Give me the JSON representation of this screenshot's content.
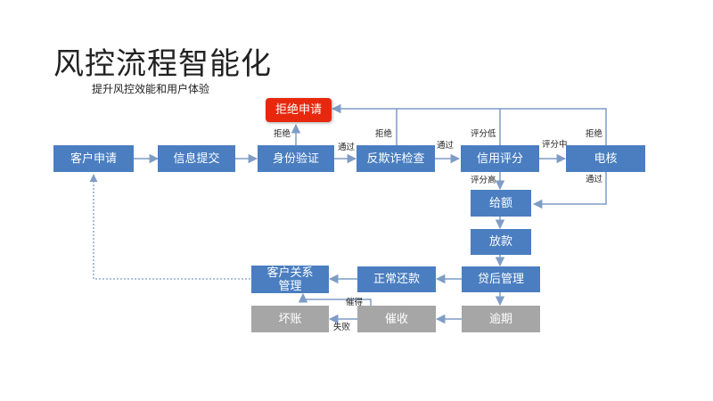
{
  "title": "风控流程智能化",
  "subtitle": "提升风控效能和用户体验",
  "nodes": {
    "apply": "客户申请",
    "info": "信息提交",
    "identity": "身份验证",
    "anti_fraud": "反欺诈检查",
    "credit_score": "信用评分",
    "phone_check": "电核",
    "reject": "拒绝申请",
    "credit_line": "给额",
    "loan": "放款",
    "post_loan": "贷后管理",
    "normal_repay": "正常还款",
    "crm": "客户关系管理",
    "overdue": "逾期",
    "collection": "催收",
    "bad_debt": "坏账"
  },
  "edge_labels": {
    "identity_reject": "拒绝",
    "identity_pass": "通过",
    "fraud_reject": "拒绝",
    "fraud_pass": "通过",
    "score_low": "评分低",
    "score_mid": "评分中",
    "score_high": "评分高",
    "phone_reject": "拒绝",
    "phone_pass": "通过",
    "collect_success": "催得",
    "collect_fail": "失败"
  },
  "colors": {
    "node": "#4a7ec0",
    "node_gray": "#a6a6a6",
    "reject": "#e8280e",
    "arrow": "#7f9cc6"
  }
}
